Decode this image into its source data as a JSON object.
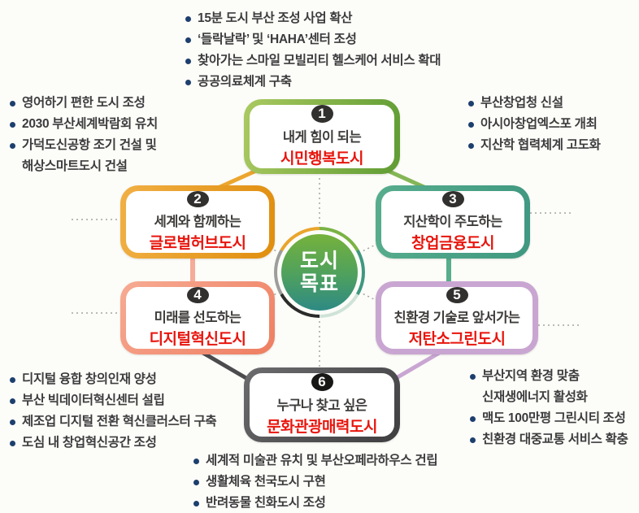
{
  "title": "도시 목표 다이어그램",
  "center": {
    "line1": "도시",
    "line2": "목표"
  },
  "goals": [
    {
      "num": "1",
      "line1": "내게 힘이 되는",
      "line2": "시민행복도시",
      "border_color": "#7db348"
    },
    {
      "num": "2",
      "line1": "세계와 함께하는",
      "line2": "글로벌허브도시",
      "border_color": "#e89a1c"
    },
    {
      "num": "3",
      "line1": "지산학이 주도하는",
      "line2": "창업금융도시",
      "border_color": "#4aa183"
    },
    {
      "num": "4",
      "line1": "미래를 선도하는",
      "line2": "디지털혁신도시",
      "border_color": "#f0836a"
    },
    {
      "num": "5",
      "line1": "친환경 기술로 앞서가는",
      "line2": "저탄소그린도시",
      "border_color": "#c9a6d2"
    },
    {
      "num": "6",
      "line1": "누구나 찾고 싶은",
      "line2": "문화관광매력도시",
      "border_color": "#4c4c4e"
    }
  ],
  "lists": {
    "top": [
      "15분 도시 부산 조성 사업 확산",
      "‘들락날락’ 및 ‘HAHA’센터 조성",
      "찾아가는 스마일 모빌리티 헬스케어 서비스 확대",
      "공공의료체계 구축"
    ],
    "left": [
      "영어하기 편한 도시 조성",
      "2030 부산세계박람회 유치",
      "가덕도신공항 조기 건설 및\n해상스마트도시 건설"
    ],
    "right": [
      "부산창업청 신설",
      "아시아창업엑스포 개최",
      "지산학 협력체계 고도화"
    ],
    "bottom_left": [
      "디지털 융합 창의인재 양성",
      "부산 빅데이터혁신센터 설립",
      "제조업 디지털 전환 혁신클러스터 구축",
      "도심 내 창업혁신공간 조성"
    ],
    "bottom_right": [
      "부산지역 환경 맞춤\n신재생에너지 활성화",
      "맥도 100만평 그린시티 조성",
      "친환경 대중교통 서비스 확충"
    ],
    "bottom": [
      "세계적 미술관 유치 및 부산오페라하우스 건립",
      "생활체육 천국도시 구현",
      "반려동물 친화도시 조성"
    ]
  },
  "colors": {
    "highlight_text": "#e8150d",
    "bullet": "#1c3f6e",
    "body_text": "#3c3c3e",
    "center_gradient_top": "#76b23c",
    "center_gradient_bottom": "#2e8a84",
    "dotted_line": "#a5a5a0",
    "background": "#fcfcf8"
  }
}
